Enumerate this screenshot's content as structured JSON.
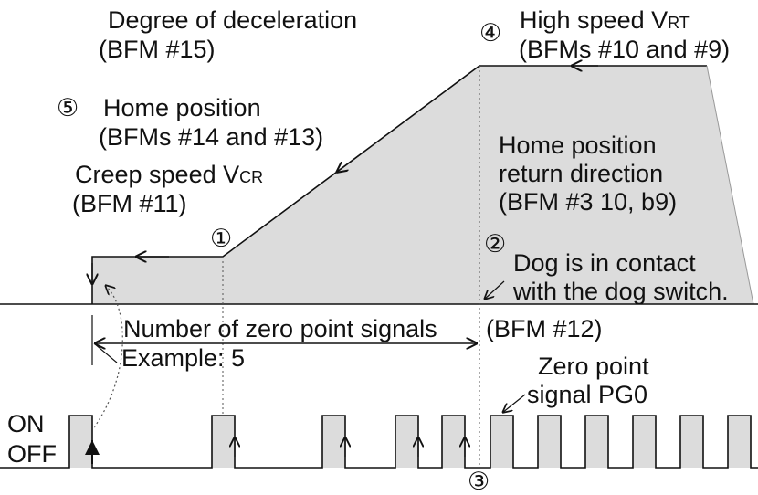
{
  "colors": {
    "fill": "#dcdcdc",
    "line": "#111111",
    "dotted": "#555555",
    "background": "#ffffff"
  },
  "labels": {
    "decel_title": "Degree of deceleration",
    "decel_bfm": "(BFM #15)",
    "marker_4": "④",
    "high_speed_prefix": "High speed V",
    "high_speed_sub": "RT",
    "high_speed_bfm": "(BFMs #10 and #9)",
    "marker_5": "⑤",
    "home_pos_title": "Home position",
    "home_pos_bfm": "(BFMs #14 and #13)",
    "return_dir_line1": "Home position",
    "return_dir_line2": "return direction",
    "return_dir_line3": "(BFM #3 10, b9)",
    "creep_prefix": "Creep speed V",
    "creep_sub": "CR",
    "creep_bfm": "(BFM #11)",
    "marker_1": "①",
    "marker_2": "②",
    "dog_line1": "Dog is in contact",
    "dog_line2": "with the dog switch.",
    "zero_count_label": "Number of zero point signals",
    "zero_count_bfm": "(BFM #12)",
    "example": "Example: 5",
    "pg0_line1": "Zero point",
    "pg0_line2": "signal PG0",
    "on": "ON",
    "off": "OFF",
    "marker_3": "③"
  }
}
